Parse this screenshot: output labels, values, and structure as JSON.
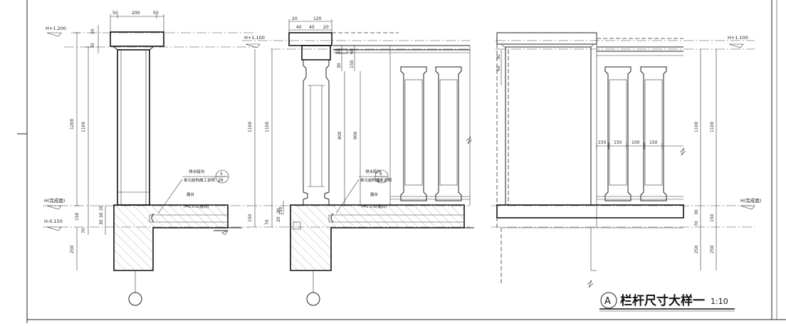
{
  "title": {
    "circle_letter": "A",
    "text": "栏杆尺寸大样一",
    "scale": "1:10"
  },
  "levels": {
    "s1_top": "H+1.200",
    "s1_floor": "H(完成面)",
    "s1_bottom": "H-0.150",
    "s2_top": "H+1.100",
    "s3_top": "H+1.100",
    "s3_floor": "H(完成面)"
  },
  "dims": {
    "s1_top": [
      "50",
      "200",
      "50"
    ],
    "s1_cap": [
      "20",
      "30"
    ],
    "s1_height": [
      "1200",
      "1100"
    ],
    "s1_base": [
      "150",
      "20",
      "30",
      "30",
      "70"
    ],
    "s1_bottom": [
      "250"
    ],
    "s2_top": [
      "20",
      "120",
      "40",
      "40",
      "20"
    ],
    "s2_side": [
      "50",
      "30",
      "60",
      "150"
    ],
    "s2_height": [
      "1100",
      "1100",
      "800",
      "900"
    ],
    "s2_base": [
      "150",
      "70",
      "30",
      "20",
      "150"
    ],
    "s3_cap": [
      "30",
      "60"
    ],
    "s3_height": [
      "1100",
      "1100"
    ],
    "s3_base": [
      "30",
      "70",
      "150"
    ],
    "s3_bottom": [
      "250",
      "250"
    ],
    "s3_spacing": [
      "150",
      "150",
      "100",
      "150"
    ]
  },
  "annotations": {
    "s1_note_line1": "排水暗沟",
    "s1_note_line2": "单元结构施工说明",
    "s1_detail_num": "5",
    "s1_detail_sheet": "26",
    "s1_label": "露台",
    "s1_slope": "i=0.5%(坡向)",
    "s2_note_line1": "排水暗沟",
    "s2_note_line2": "单元结构施工说明",
    "s2_detail_num": "5",
    "s2_detail_sheet": "26",
    "s2_label": "露台",
    "s2_slope": "i=0.5%(坡向)"
  }
}
